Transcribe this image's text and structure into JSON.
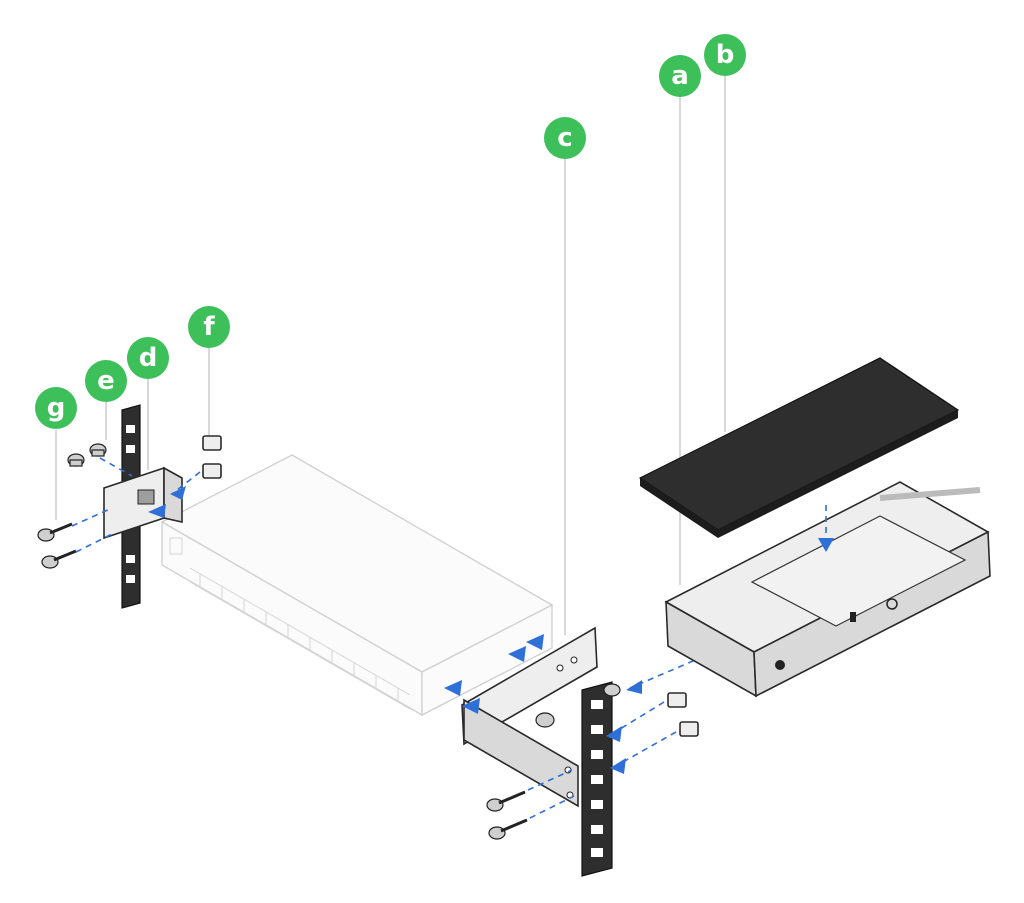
{
  "callouts": [
    {
      "id": "a",
      "label": "a"
    },
    {
      "id": "b",
      "label": "b"
    },
    {
      "id": "c",
      "label": "c"
    },
    {
      "id": "d",
      "label": "d"
    },
    {
      "id": "e",
      "label": "e"
    },
    {
      "id": "f",
      "label": "f"
    },
    {
      "id": "g",
      "label": "g"
    }
  ],
  "colors": {
    "callout": "#3dbf5a",
    "arrow": "#2f6fd8",
    "ghost_outline": "#cfcfcf",
    "panel_dark": "#2e2e2e"
  }
}
